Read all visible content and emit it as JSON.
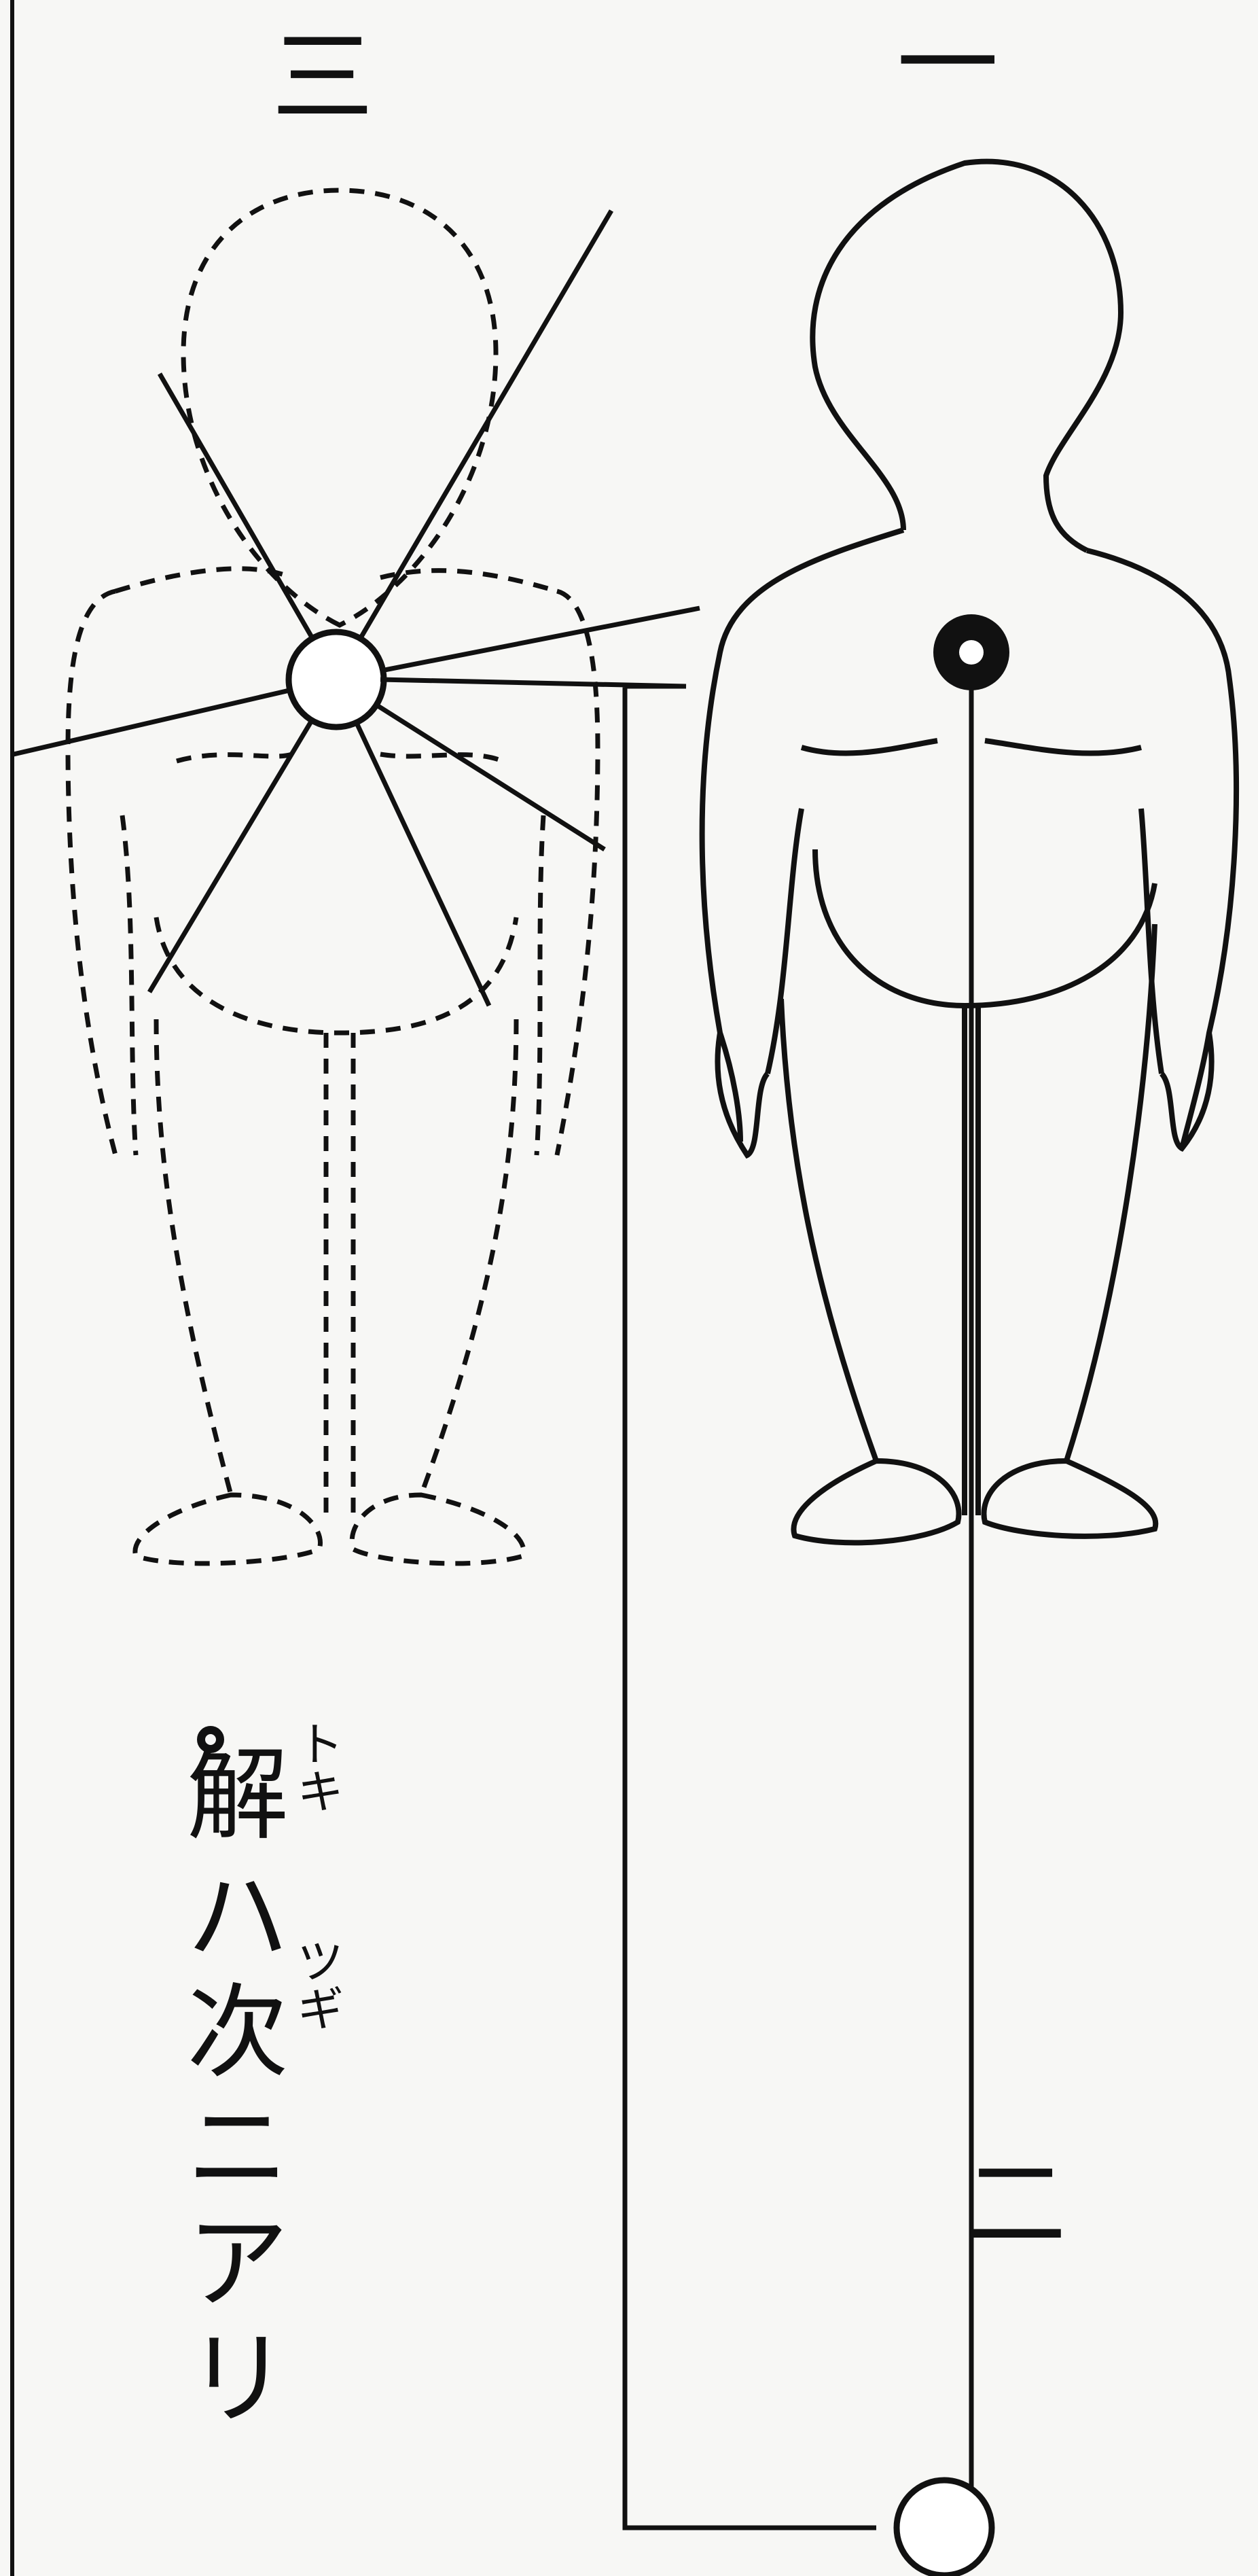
{
  "labels": {
    "fig1": "一",
    "fig2": "二",
    "fig3": "三"
  },
  "caption": {
    "c1": "解",
    "c1_ruby": "トキ",
    "c2": "ハ",
    "c3": "次",
    "c3_ruby": "ツギ",
    "c4": "ニ",
    "c5": "ア",
    "c6": "リ"
  },
  "colors": {
    "ink": "#111111",
    "paper": "#f7f7f5"
  }
}
